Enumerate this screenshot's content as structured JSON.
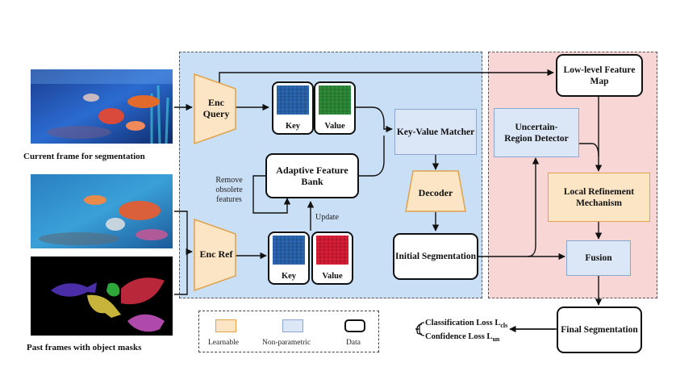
{
  "images": {
    "current_frame_caption": "Current frame for segmentation",
    "past_frames_caption": "Past frames with object masks"
  },
  "modules": {
    "enc_query": "Enc Query",
    "enc_ref": "Enc Ref",
    "key_label": "Key",
    "value_label": "Value",
    "adaptive_feature_bank": "Adaptive Feature Bank",
    "remove_obsolete": "Remove obsolete features",
    "update": "Update",
    "key_value_matcher": "Key-Value Matcher",
    "decoder": "Decoder",
    "initial_segmentation": "Initial Segmentation",
    "low_level_feature_map": "Low-level Feature Map",
    "uncertain_region_detector": "Uncertain-Region Detector",
    "local_refinement_mechanism": "Local Refinement Mechanism",
    "fusion": "Fusion",
    "final_segmentation": "Final Segmentation"
  },
  "losses": {
    "classification": "Classification Loss L",
    "classification_sub": "cls",
    "confidence": "Confidence Loss L",
    "confidence_sub": "un"
  },
  "legend": {
    "learnable": "Learnable",
    "non_parametric": "Non-parametric",
    "data": "Data"
  },
  "colors": {
    "learnable_fill": "#fbe5c4",
    "learnable_border": "#e0a24a",
    "nonparam_fill": "#dbe7f6",
    "nonparam_border": "#8aa6cf",
    "left_panel": "#c9dff6",
    "right_panel": "#f9d6d6",
    "key_grid": "#2b66b0",
    "value_grid_query": "#2e8b3a",
    "value_grid_ref": "#d91f38"
  }
}
